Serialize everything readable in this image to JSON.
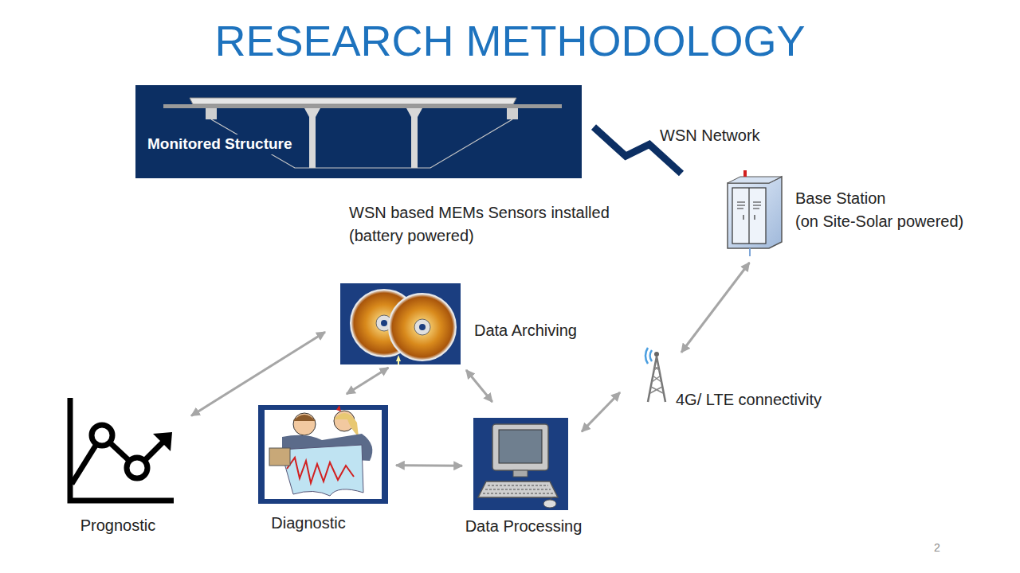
{
  "diagram": {
    "title": "RESEARCH METHODOLOGY",
    "nodes": [
      {
        "text": [
          "Monitored Structure"
        ]
      },
      {
        "text": [
          "Base Station",
          "(on Site-Solar powered)"
        ]
      },
      {
        "text": [
          "Data Archiving"
        ]
      },
      {
        "text": [
          "4G/ LTE connectivity"
        ]
      },
      {
        "text": [
          "Prognostic"
        ]
      },
      {
        "text": [
          "Diagnostic"
        ]
      },
      {
        "text": [
          "Data Processing"
        ]
      }
    ],
    "edges": [
      {
        "from": 0,
        "to": 1,
        "arrow": "none",
        "label": "WSN Network"
      },
      {
        "from": 1,
        "to": 3,
        "arrow": "both"
      },
      {
        "from": 3,
        "to": 6,
        "arrow": "both"
      },
      {
        "from": 6,
        "to": 2,
        "arrow": "both"
      },
      {
        "from": 6,
        "to": 5,
        "arrow": "both"
      },
      {
        "from": 5,
        "to": 2,
        "arrow": "both"
      },
      {
        "from": 4,
        "to": 2,
        "arrow": "both"
      }
    ],
    "labels": [
      "WSN based MEMs Sensors installed (battery powered)",
      "2"
    ]
  }
}
